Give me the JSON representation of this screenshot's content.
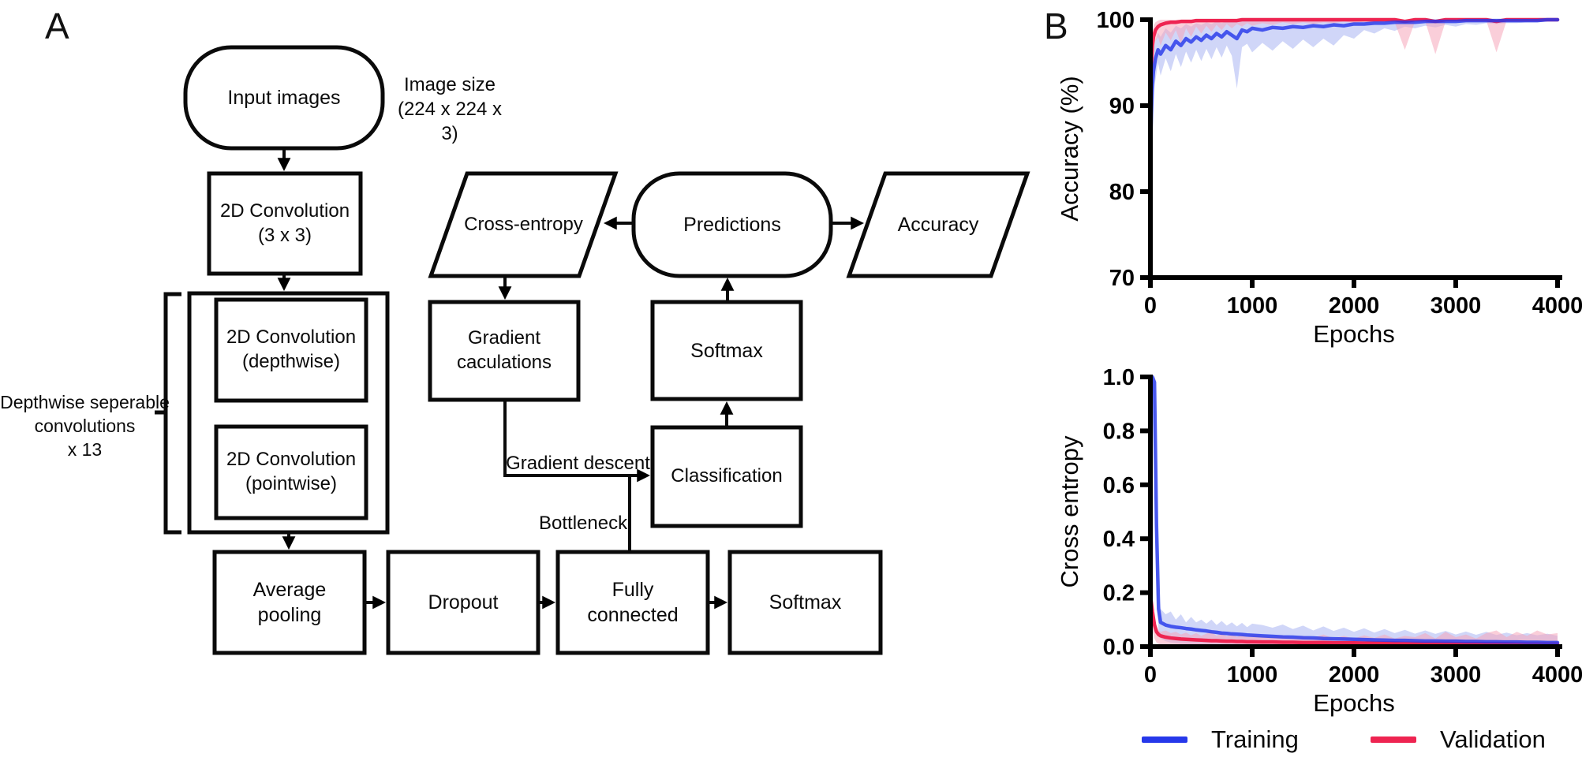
{
  "panel_a": {
    "label": "A",
    "nodes": {
      "input_images": "Input images",
      "image_size_note": "Image size\n(224 x 224 x 3)",
      "conv_3x3": "2D Convolution\n(3 x 3)",
      "depthwise_annotation": "Depthwise seperable\nconvolutions\nx 13",
      "conv_depthwise": "2D Convolution\n(depthwise)",
      "conv_pointwise": "2D Convolution\n(pointwise)",
      "average_pooling": "Average\npooling",
      "dropout": "Dropout",
      "fully_connected": "Fully\nconnected",
      "softmax_output": "Softmax",
      "cross_entropy": "Cross-entropy",
      "predictions": "Predictions",
      "accuracy": "Accuracy",
      "gradient_calculations": "Gradient\ncaculations",
      "softmax": "Softmax",
      "classification": "Classification",
      "gradient_descent": "Gradient descent",
      "bottleneck": "Bottleneck"
    }
  },
  "panel_b": {
    "label": "B",
    "legend": [
      {
        "label": "Training",
        "color": "#2638ea"
      },
      {
        "label": "Validation",
        "color": "#ee2451"
      }
    ]
  },
  "chart_data": [
    {
      "type": "line",
      "title": "",
      "xlabel": "Epochs",
      "ylabel": "Accuracy (%)",
      "xlim": [
        0,
        4000
      ],
      "ylim": [
        70,
        100
      ],
      "xticks": [
        0,
        1000,
        2000,
        3000,
        4000
      ],
      "xtick_labels": [
        "0",
        "1000",
        "2000",
        "3000",
        "4000"
      ],
      "yticks": [
        70,
        80,
        90,
        100
      ],
      "ytick_labels": [
        "70",
        "80",
        "90",
        "100"
      ],
      "grid": false,
      "legend_position": "bottom",
      "series": [
        {
          "name": "Training",
          "color": "#2638ea",
          "band_color": "#a9b5f2",
          "x": [
            0,
            10,
            20,
            30,
            50,
            75,
            100,
            150,
            200,
            250,
            300,
            350,
            400,
            450,
            500,
            550,
            600,
            650,
            700,
            750,
            800,
            850,
            900,
            950,
            1000,
            1100,
            1200,
            1300,
            1400,
            1500,
            1600,
            1700,
            1800,
            1900,
            2000,
            2100,
            2200,
            2300,
            2400,
            2500,
            2600,
            2700,
            2800,
            2900,
            3000,
            3100,
            3200,
            3300,
            3400,
            3500,
            3600,
            3700,
            3800,
            3900,
            4000
          ],
          "y": [
            84,
            89,
            92.5,
            94,
            95.5,
            96.5,
            96,
            97,
            96.5,
            97.5,
            97,
            97.8,
            97.4,
            98,
            97.6,
            98.2,
            97.8,
            98.4,
            98,
            98.6,
            98.2,
            97.8,
            98.8,
            98.6,
            99,
            98.8,
            99.1,
            99,
            99.2,
            99.1,
            99.3,
            99.2,
            99.4,
            99.3,
            99.5,
            99.5,
            99.6,
            99.6,
            99.7,
            99.7,
            99.7,
            99.8,
            99.8,
            99.8,
            99.8,
            99.9,
            99.9,
            99.9,
            99.9,
            99.9,
            99.9,
            99.9,
            99.9,
            100,
            100
          ],
          "band_low": [
            84,
            86,
            89.5,
            91.5,
            93,
            95,
            93.5,
            95.5,
            94,
            96,
            94.5,
            96.3,
            95,
            96.5,
            95.2,
            96.6,
            95.4,
            96.8,
            95.6,
            97,
            95.8,
            92,
            96.8,
            97.2,
            96.2,
            97.3,
            96.4,
            97.5,
            96.6,
            97.7,
            96.8,
            97.8,
            97,
            98.2,
            97.8,
            98.8,
            98.4,
            99,
            98.7,
            99.2,
            99,
            99.3,
            99.1,
            99.4,
            99.2,
            99.5,
            99.4,
            99.6,
            99.5,
            99.6,
            99.6,
            99.7,
            99.7,
            99.8,
            99.8
          ],
          "band_high": [
            84.5,
            91,
            94.5,
            96.5,
            97.5,
            98.5,
            98,
            99,
            98.5,
            99.3,
            99,
            99.5,
            99.2,
            99.6,
            99.4,
            99.7,
            99.5,
            99.8,
            99.6,
            99.8,
            99.7,
            99.8,
            99.8,
            99.9,
            99.9,
            100,
            100,
            100,
            100,
            100,
            100,
            100,
            100,
            100,
            100,
            100,
            100,
            100,
            100,
            100,
            100,
            100,
            100,
            100,
            100,
            100,
            100,
            100,
            100,
            100,
            100,
            100,
            100,
            100,
            100
          ]
        },
        {
          "name": "Validation",
          "color": "#ee2451",
          "band_color": "#f5a6ba",
          "x": [
            0,
            10,
            20,
            30,
            50,
            75,
            100,
            150,
            200,
            250,
            300,
            350,
            400,
            450,
            500,
            550,
            600,
            650,
            700,
            750,
            800,
            850,
            900,
            950,
            1000,
            1100,
            1200,
            1300,
            1400,
            1500,
            1600,
            1700,
            1800,
            1900,
            2000,
            2100,
            2200,
            2300,
            2400,
            2500,
            2600,
            2700,
            2800,
            2900,
            3000,
            3100,
            3200,
            3300,
            3400,
            3500,
            3600,
            3700,
            3800,
            3900,
            4000
          ],
          "y": [
            91,
            95,
            97,
            98,
            98.8,
            99.2,
            99.4,
            99.6,
            99.7,
            99.7,
            99.8,
            99.8,
            99.8,
            99.9,
            99.9,
            99.9,
            99.9,
            99.9,
            99.9,
            99.9,
            99.9,
            99.9,
            100,
            100,
            100,
            100,
            100,
            100,
            100,
            100,
            100,
            100,
            100,
            100,
            100,
            100,
            100,
            100,
            100,
            99.8,
            100,
            100,
            99.8,
            100,
            100,
            100,
            100,
            100,
            99.8,
            100,
            100,
            100,
            100,
            100,
            100
          ],
          "band_low": [
            91,
            93.5,
            95.5,
            96.5,
            97.5,
            98,
            97,
            98.5,
            97.6,
            98.8,
            97.2,
            99,
            98,
            99.2,
            98.4,
            99.3,
            98.6,
            99.4,
            98.8,
            99.5,
            99,
            99.5,
            99.2,
            99.6,
            99.3,
            99.6,
            99.4,
            99.7,
            99.5,
            99.7,
            99.5,
            99.7,
            99.6,
            99.8,
            99.6,
            99.8,
            99.7,
            99.8,
            99.7,
            96.5,
            99.8,
            99.8,
            96,
            99.8,
            99.8,
            99.9,
            99.9,
            99.9,
            96.2,
            99.9,
            99.9,
            99.9,
            99.9,
            99.9,
            99.9
          ],
          "band_high": [
            92,
            96.5,
            98.5,
            99.3,
            99.7,
            99.9,
            100,
            100,
            100,
            100,
            100,
            100,
            100,
            100,
            100,
            100,
            100,
            100,
            100,
            100,
            100,
            100,
            100,
            100,
            100,
            100,
            100,
            100,
            100,
            100,
            100,
            100,
            100,
            100,
            100,
            100,
            100,
            100,
            100,
            100,
            100,
            100,
            100,
            100,
            100,
            100,
            100,
            100,
            100,
            100,
            100,
            100,
            100,
            100,
            100
          ]
        }
      ]
    },
    {
      "type": "line",
      "title": "",
      "xlabel": "Epochs",
      "ylabel": "Cross entropy",
      "xlim": [
        0,
        4000
      ],
      "ylim": [
        0,
        1.0
      ],
      "xticks": [
        0,
        1000,
        2000,
        3000,
        4000
      ],
      "xtick_labels": [
        "0",
        "1000",
        "2000",
        "3000",
        "4000"
      ],
      "yticks": [
        0,
        0.2,
        0.4,
        0.6,
        0.8,
        1.0
      ],
      "ytick_labels": [
        "0.0",
        "0.2",
        "0.4",
        "0.6",
        "0.8",
        "1.0"
      ],
      "grid": false,
      "legend_position": "bottom",
      "series": [
        {
          "name": "Training",
          "color": "#2638ea",
          "band_color": "#a9b5f2",
          "x": [
            0,
            20,
            40,
            60,
            80,
            100,
            150,
            200,
            250,
            300,
            350,
            400,
            450,
            500,
            550,
            600,
            650,
            700,
            750,
            800,
            850,
            900,
            950,
            1000,
            1100,
            1200,
            1300,
            1400,
            1500,
            1600,
            1700,
            1800,
            1900,
            2000,
            2100,
            2200,
            2300,
            2400,
            2500,
            2600,
            2700,
            2800,
            2900,
            3000,
            3100,
            3200,
            3300,
            3400,
            3500,
            3600,
            3700,
            3800,
            3900,
            4000
          ],
          "y": [
            1,
            1,
            0.98,
            0.45,
            0.14,
            0.09,
            0.08,
            0.075,
            0.072,
            0.07,
            0.067,
            0.065,
            0.062,
            0.06,
            0.058,
            0.055,
            0.053,
            0.05,
            0.049,
            0.047,
            0.046,
            0.045,
            0.043,
            0.042,
            0.04,
            0.038,
            0.036,
            0.035,
            0.033,
            0.032,
            0.03,
            0.029,
            0.028,
            0.027,
            0.026,
            0.025,
            0.024,
            0.023,
            0.023,
            0.022,
            0.021,
            0.021,
            0.02,
            0.02,
            0.019,
            0.019,
            0.018,
            0.018,
            0.017,
            0.017,
            0.016,
            0.016,
            0.015,
            0.015
          ],
          "band_low": [
            0.95,
            0.9,
            0.6,
            0.2,
            0.06,
            0.03,
            0.02,
            0.015,
            0.012,
            0.01,
            0.009,
            0.008,
            0.008,
            0.008,
            0.007,
            0.007,
            0.007,
            0.006,
            0.006,
            0.006,
            0.006,
            0.005,
            0.005,
            0.005,
            0.005,
            0.005,
            0.005,
            0.005,
            0.005,
            0.005,
            0.005,
            0.005,
            0.005,
            0.005,
            0.005,
            0.005,
            0.005,
            0.005,
            0.005,
            0.005,
            0.005,
            0.005,
            0.005,
            0.005,
            0.005,
            0.005,
            0.005,
            0.005,
            0.005,
            0.005,
            0.005,
            0.005,
            0.005,
            0.005
          ],
          "band_high": [
            1,
            1,
            1,
            0.55,
            0.2,
            0.14,
            0.12,
            0.13,
            0.1,
            0.12,
            0.09,
            0.11,
            0.09,
            0.1,
            0.085,
            0.1,
            0.08,
            0.095,
            0.078,
            0.09,
            0.075,
            0.088,
            0.072,
            0.085,
            0.08,
            0.07,
            0.082,
            0.065,
            0.078,
            0.06,
            0.075,
            0.058,
            0.07,
            0.055,
            0.068,
            0.052,
            0.065,
            0.05,
            0.062,
            0.048,
            0.06,
            0.047,
            0.058,
            0.045,
            0.056,
            0.044,
            0.055,
            0.043,
            0.052,
            0.042,
            0.05,
            0.042,
            0.048,
            0.04
          ]
        },
        {
          "name": "Validation",
          "color": "#ee2451",
          "band_color": "#f5a6ba",
          "x": [
            0,
            20,
            40,
            60,
            80,
            100,
            150,
            200,
            250,
            300,
            350,
            400,
            450,
            500,
            550,
            600,
            650,
            700,
            750,
            800,
            850,
            900,
            950,
            1000,
            1100,
            1200,
            1300,
            1400,
            1500,
            1600,
            1700,
            1800,
            1900,
            2000,
            2100,
            2200,
            2300,
            2400,
            2500,
            2600,
            2700,
            2800,
            2900,
            3000,
            3100,
            3200,
            3300,
            3400,
            3500,
            3600,
            3700,
            3800,
            3900,
            4000
          ],
          "y": [
            0.19,
            0.13,
            0.08,
            0.055,
            0.045,
            0.04,
            0.035,
            0.032,
            0.03,
            0.028,
            0.027,
            0.026,
            0.025,
            0.024,
            0.023,
            0.022,
            0.022,
            0.021,
            0.02,
            0.02,
            0.019,
            0.019,
            0.018,
            0.018,
            0.017,
            0.017,
            0.016,
            0.016,
            0.015,
            0.015,
            0.015,
            0.014,
            0.014,
            0.014,
            0.013,
            0.013,
            0.013,
            0.013,
            0.012,
            0.012,
            0.012,
            0.012,
            0.012,
            0.011,
            0.011,
            0.011,
            0.011,
            0.011,
            0.011,
            0.01,
            0.01,
            0.01,
            0.01,
            0.01
          ],
          "band_low": [
            0.12,
            0.06,
            0.03,
            0.015,
            0.01,
            0.008,
            0.006,
            0.005,
            0.005,
            0.004,
            0.003,
            0.003,
            0.003,
            0.003,
            0.003,
            0.003,
            0.003,
            0.003,
            0.003,
            0.003,
            0.003,
            0.003,
            0.003,
            0.003,
            0.003,
            0.003,
            0.003,
            0.003,
            0.003,
            0.003,
            0.003,
            0.003,
            0.003,
            0.003,
            0.003,
            0.003,
            0.003,
            0.003,
            0.003,
            0.003,
            0.003,
            0.003,
            0.003,
            0.003,
            0.003,
            0.003,
            0.003,
            0.003,
            0.003,
            0.003,
            0.003,
            0.003,
            0.003,
            0.003
          ],
          "band_high": [
            0.2,
            0.16,
            0.1,
            0.08,
            0.06,
            0.055,
            0.06,
            0.05,
            0.055,
            0.045,
            0.052,
            0.042,
            0.05,
            0.04,
            0.048,
            0.055,
            0.04,
            0.05,
            0.038,
            0.048,
            0.036,
            0.045,
            0.035,
            0.045,
            0.04,
            0.035,
            0.042,
            0.033,
            0.04,
            0.032,
            0.045,
            0.03,
            0.04,
            0.03,
            0.042,
            0.032,
            0.045,
            0.03,
            0.04,
            0.035,
            0.05,
            0.03,
            0.055,
            0.035,
            0.045,
            0.03,
            0.05,
            0.06,
            0.035,
            0.055,
            0.04,
            0.06,
            0.045,
            0.05
          ]
        }
      ]
    }
  ]
}
